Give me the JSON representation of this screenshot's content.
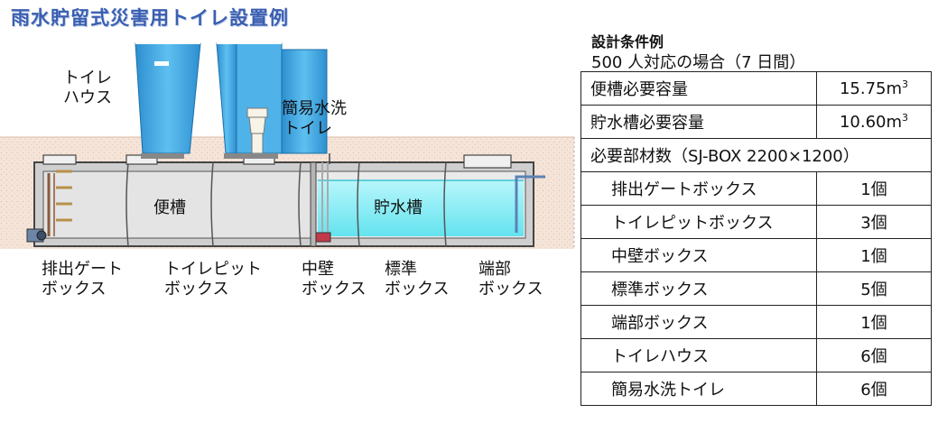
{
  "title": "雨水貯留式災害用トイレ設置例",
  "diagram_labels": {
    "toilet_house": [
      "トイレ",
      "ハウス"
    ],
    "simple_flush_toilet": [
      "簡易水洗",
      "トイレ"
    ],
    "septic_tank": "便槽",
    "water_tank": "貯水槽",
    "discharge_gate_box": [
      "排出ゲート",
      "ボックス"
    ],
    "toilet_pit_box": [
      "トイレピット",
      "ボックス"
    ],
    "middle_wall_box": [
      "中壁",
      "ボックス"
    ],
    "standard_box": [
      "標準",
      "ボックス"
    ],
    "end_box": [
      "端部",
      "ボックス"
    ]
  },
  "spec": {
    "heading": "設計条件例",
    "subheading": "500 人対応の場合（7 日間）",
    "capacity_rows": [
      {
        "label": "便槽必要容量",
        "value": "15.75",
        "unit": "m",
        "sup": "3"
      },
      {
        "label": "貯水槽必要容量",
        "value": "10.60",
        "unit": "m",
        "sup": "3"
      }
    ],
    "materials_header": "必要部材数（SJ-BOX 2200×1200）",
    "material_rows": [
      {
        "label": "排出ゲートボックス",
        "value": "1個"
      },
      {
        "label": "トイレピットボックス",
        "value": "3個"
      },
      {
        "label": "中壁ボックス",
        "value": "1個"
      },
      {
        "label": "標準ボックス",
        "value": "5個"
      },
      {
        "label": "端部ボックス",
        "value": "1個"
      },
      {
        "label": "トイレハウス",
        "value": "6個"
      },
      {
        "label": "簡易水洗トイレ",
        "value": "6個"
      }
    ]
  },
  "colors": {
    "title": "#3a5fb0",
    "soil": "#f5e4d8",
    "tank_wall": "#4a4a4a",
    "septic_fill": "#e3e3e3",
    "water_fill": "#7fe9f2",
    "toilet_house": "#3ea6e0"
  }
}
